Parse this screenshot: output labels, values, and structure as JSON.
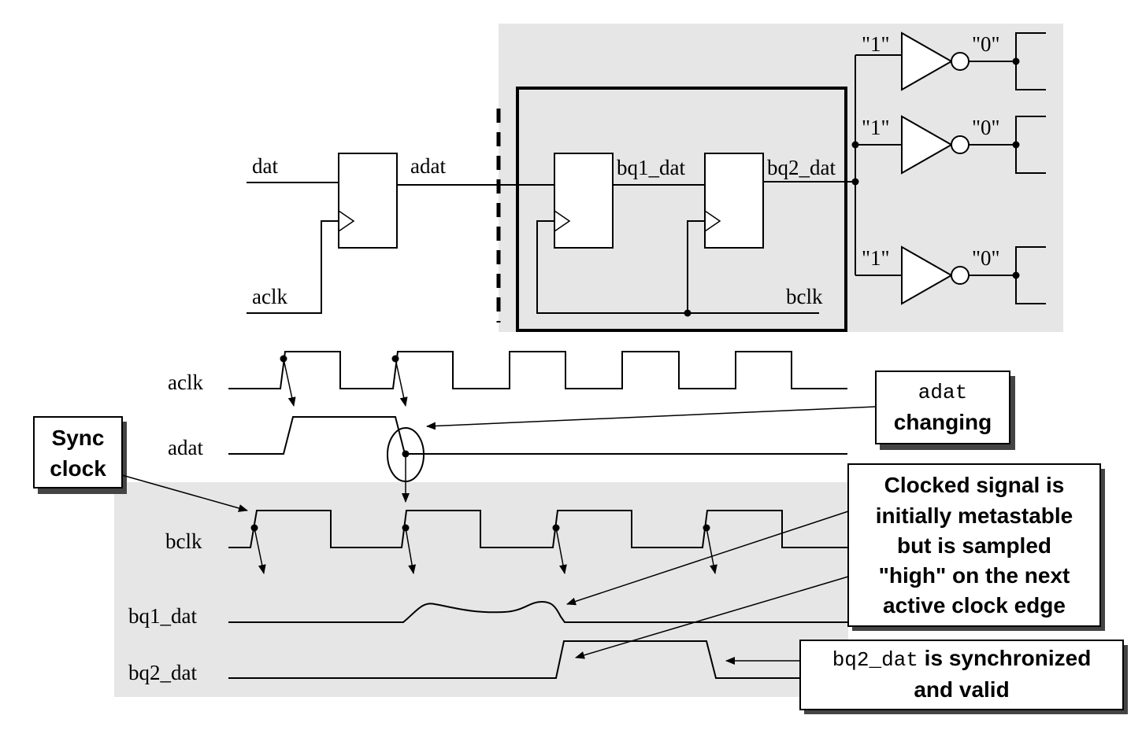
{
  "colors": {
    "shade": "#e6e6e6",
    "ink": "#000000",
    "box_fill": "#ffffff"
  },
  "schematic": {
    "labels": {
      "dat": "dat",
      "adat": "adat",
      "aclk": "aclk",
      "bq1_dat": "bq1_dat",
      "bq2_dat": "bq2_dat",
      "bclk": "bclk"
    },
    "inverters": [
      {
        "in": "\"1\"",
        "out": "\"0\""
      },
      {
        "in": "\"1\"",
        "out": "\"0\""
      },
      {
        "in": "\"1\"",
        "out": "\"0\""
      }
    ]
  },
  "waveforms": {
    "labels": {
      "aclk": "aclk",
      "adat": "adat",
      "bclk": "bclk",
      "bq1_dat": "bq1_dat",
      "bq2_dat": "bq2_dat"
    }
  },
  "callouts": {
    "adat_changing": {
      "line1": "adat",
      "line2": "changing"
    },
    "sync_clock": {
      "line1": "Sync",
      "line2": "clock"
    },
    "metastable": {
      "line1": "Clocked signal is",
      "line2": "initially metastable",
      "line3": "but is sampled",
      "line4": "\"high\" on the next",
      "line5": "active clock edge"
    },
    "synchronized": {
      "line1_code": "bq2_dat",
      "line1_rest": " is synchronized",
      "line2": "and valid"
    }
  }
}
